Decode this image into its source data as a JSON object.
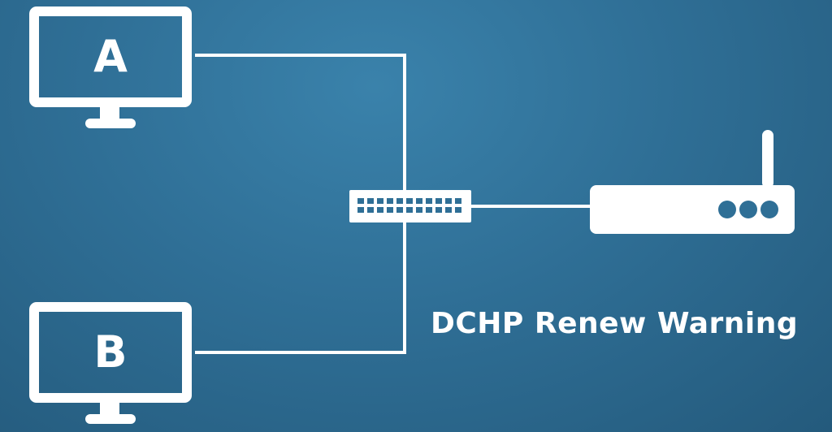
{
  "diagram": {
    "computer_a": {
      "label": "A"
    },
    "computer_b": {
      "label": "B"
    },
    "caption": "DCHP Renew Warning",
    "switch_icon": "network-switch-icon",
    "router_icon": "router-icon",
    "colors": {
      "background": "#2f6f96",
      "foreground": "#ffffff"
    }
  }
}
